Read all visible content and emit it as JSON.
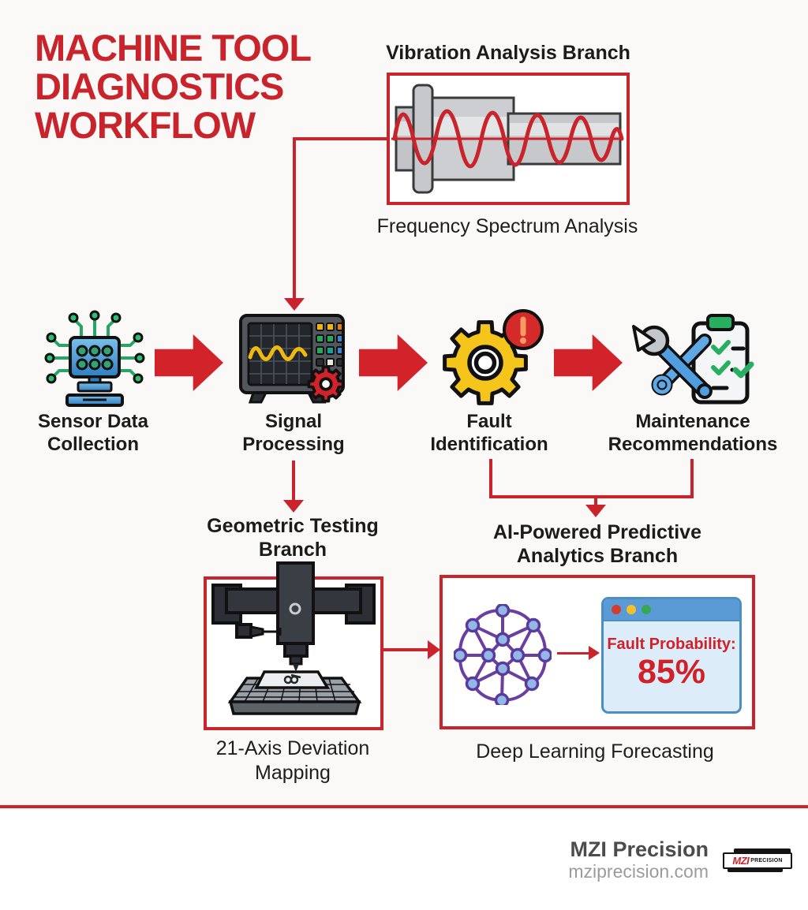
{
  "header": {
    "title_lines": [
      "MACHINE TOOL",
      "DIAGNOSTICS",
      "WORKFLOW"
    ]
  },
  "vibration_branch": {
    "title": "Vibration Analysis Branch",
    "caption": "Frequency Spectrum Analysis",
    "icon": "spindle-vibration-wave-icon"
  },
  "main_flow": {
    "steps": [
      {
        "icon": "sensor-network-icon",
        "lines": [
          "Sensor Data",
          "Collection"
        ]
      },
      {
        "icon": "oscilloscope-icon",
        "lines": [
          "Signal",
          "Processing"
        ]
      },
      {
        "icon": "gear-alert-icon",
        "lines": [
          "Fault",
          "Identification"
        ]
      },
      {
        "icon": "tools-checklist-icon",
        "lines": [
          "Maintenance",
          "Recommendations"
        ]
      }
    ]
  },
  "geometric_branch": {
    "title_lines": [
      "Geometric Testing",
      "Branch"
    ],
    "caption_lines": [
      "21-Axis Deviation",
      "Mapping"
    ],
    "icon": "cmm-machine-icon"
  },
  "ai_branch": {
    "title_lines": [
      "AI-Powered Predictive",
      "Analytics Branch"
    ],
    "caption": "Deep Learning Forecasting",
    "network_icon": "neural-network-icon",
    "browser": {
      "label": "Fault Probability:",
      "value": "85%",
      "dot_colors": [
        "#d63b2f",
        "#f3c129",
        "#34a853"
      ]
    }
  },
  "footer": {
    "company": "MZI Precision",
    "website": "mziprecision.com",
    "logo": {
      "text": "MZI",
      "subtext": "PRECISION"
    }
  },
  "colors": {
    "accent_red": "#c9232b",
    "arrow_red": "#d2232a",
    "text_dark": "#1b1b1b",
    "background_top": "#faf9f7",
    "background_bottom": "#ffffff",
    "gear_yellow": "#f5c51c",
    "tool_blue": "#4f9fe0",
    "success_green": "#27ae60",
    "network_purple": "#6a3fa0",
    "node_fill": "#92b9e6",
    "browser_titlebar": "#5b9bd5",
    "browser_body": "#ddecf9"
  }
}
